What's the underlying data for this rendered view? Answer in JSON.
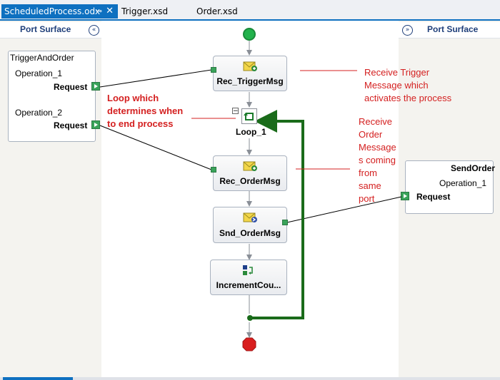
{
  "tabs": [
    {
      "label": "ScheduledProcess.odx",
      "active": true
    },
    {
      "label": "Trigger.xsd",
      "active": false
    },
    {
      "label": "Order.xsd",
      "active": false
    }
  ],
  "tab_icons": {
    "pin": "pin-icon",
    "close": "close-icon"
  },
  "left_pane": {
    "title": "Port Surface",
    "port": {
      "name": "TriggerAndOrder",
      "operations": [
        {
          "name": "Operation_1",
          "message": "Request"
        },
        {
          "name": "Operation_2",
          "message": "Request"
        }
      ]
    }
  },
  "right_pane": {
    "title": "Port Surface",
    "port": {
      "name": "SendOrder",
      "operations": [
        {
          "name": "Operation_1",
          "message": "Request"
        }
      ]
    }
  },
  "shapes": {
    "rec_trigger": "Rec_TriggerMsg",
    "loop": "Loop_1",
    "rec_order": "Rec_OrderMsg",
    "snd_order": "Snd_OrderMsg",
    "increment": "IncrementCou..."
  },
  "annotations": {
    "loop_note": [
      "Loop which",
      "determines when",
      "to end process"
    ],
    "trigger_note": [
      "Receive Trigger",
      "Message which",
      "activates the process"
    ],
    "order_note": [
      "Receive",
      "Order",
      "Message",
      "s coming",
      "from",
      "same",
      "port"
    ]
  },
  "colors": {
    "accent": "#0e70c0",
    "flow_line": "#1a6b1a",
    "annotation": "#d42020",
    "start": "#22b24c",
    "end": "#d91e1e"
  }
}
